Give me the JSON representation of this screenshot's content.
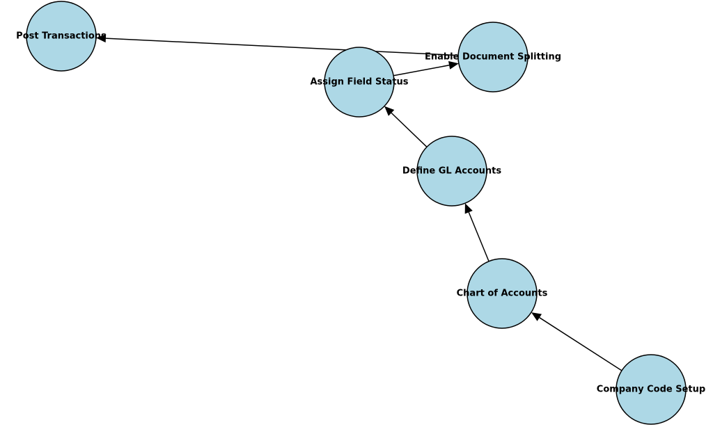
{
  "colors": {
    "node_fill": "#add8e6",
    "node_stroke": "#000000",
    "edge": "#000000",
    "label": "#000000"
  },
  "nodes": [
    {
      "id": "company_code_setup",
      "label": "Company Code Setup"
    },
    {
      "id": "chart_of_accounts",
      "label": "Chart of Accounts"
    },
    {
      "id": "define_gl_accounts",
      "label": "Define GL Accounts"
    },
    {
      "id": "assign_field_status",
      "label": "Assign Field Status"
    },
    {
      "id": "enable_document_splitting",
      "label": "Enable Document Splitting"
    },
    {
      "id": "post_transactions",
      "label": "Post Transactions"
    }
  ],
  "edges": [
    {
      "from": "company_code_setup",
      "to": "chart_of_accounts"
    },
    {
      "from": "chart_of_accounts",
      "to": "define_gl_accounts"
    },
    {
      "from": "define_gl_accounts",
      "to": "assign_field_status"
    },
    {
      "from": "assign_field_status",
      "to": "enable_document_splitting"
    },
    {
      "from": "enable_document_splitting",
      "to": "post_transactions"
    }
  ]
}
